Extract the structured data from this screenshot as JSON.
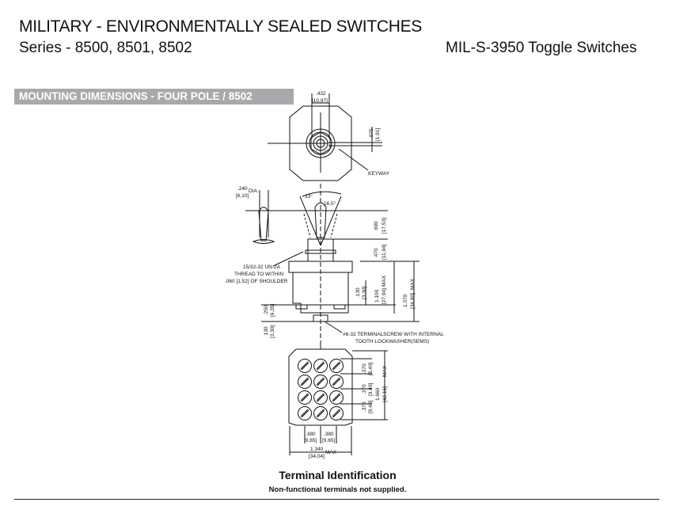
{
  "header": {
    "title": "MILITARY - ENVIRONMENTALLY SEALED SWITCHES",
    "series": "Series - 8500, 8501, 8502",
    "spec": "MIL-S-3950 Toggle Switches"
  },
  "section": {
    "title": "MOUNTING DIMENSIONS - FOUR POLE / 8502"
  },
  "drawing": {
    "top_width": ".432",
    "top_width_mm": "[10,97]",
    "keyway_dim": ".075",
    "keyway_dim_mm": "[1,91]",
    "keyway": "KEYWAY",
    "lever_dia": ".240",
    "lever_dia_mm": "[6,10]",
    "dia": "DIA.",
    "angle_total": "33°",
    "angle_half": "16.5°",
    "lever_len": ".690",
    "lever_len_mm": "[17,53]",
    "bushing_len": ".470",
    "bushing_len_mm": "[11,94]",
    "thread_1": "15/32-32 UN-2A",
    "thread_2": "THREAD TO WITHIN",
    "thread_3": ".060 [1,52] OF SHOULDER",
    "body_130": ".130",
    "body_130_mm": "[3,30]",
    "body_len": "1.100",
    "body_len_mm": "[27,94]",
    "max": "MAX",
    "total_len": "1.370",
    "total_len_mm": "[34,80]",
    "term_250": ".250",
    "term_250_mm": "[6,35]",
    "term_130": ".130",
    "term_130_mm": "[3,30]",
    "screw_1": "#6-32 TERMINALSCREW WITH INTERNAL",
    "screw_2": "TOOTH LOCKWASHER(SEMS)",
    "pitch_v": ".370",
    "pitch_v_mm": "[9,40]",
    "height": "1.660",
    "height_mm": "[42,16]",
    "pitch_h": ".380",
    "pitch_h_mm": "[9,65]",
    "width": "1.340",
    "width_mm": "[34,04]"
  },
  "footer": {
    "caption": "Terminal Identification",
    "note": "Non-functional terminals not supplied."
  }
}
